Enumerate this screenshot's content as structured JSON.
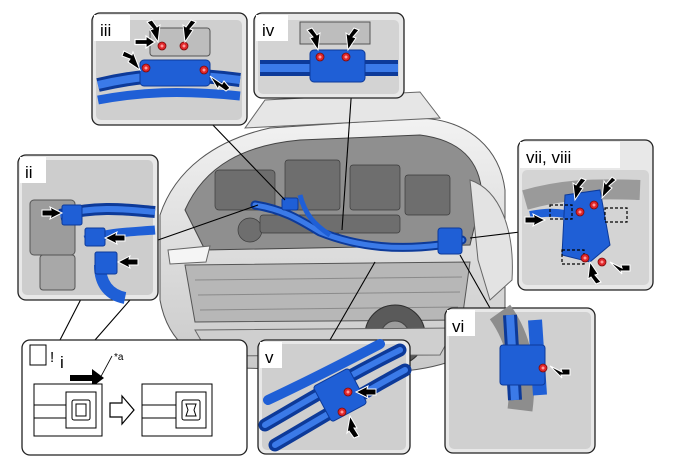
{
  "callouts": {
    "i": "i",
    "ii": "ii",
    "iii": "iii",
    "iv": "iv",
    "v": "v",
    "vi": "vi",
    "vii_viii": "vii, viii"
  },
  "detail_i": {
    "mark": "!",
    "note": "*a"
  },
  "colors": {
    "harness": "#1f5fd6",
    "harness_dark": "#0d3a99",
    "bolt": "#e0262a",
    "frame": "#222222",
    "body_gray": "#d8d8d8"
  },
  "icons": [
    "arrow-icon",
    "hollow-arrow-icon",
    "bolt-icon",
    "clamp-outline-icon"
  ]
}
